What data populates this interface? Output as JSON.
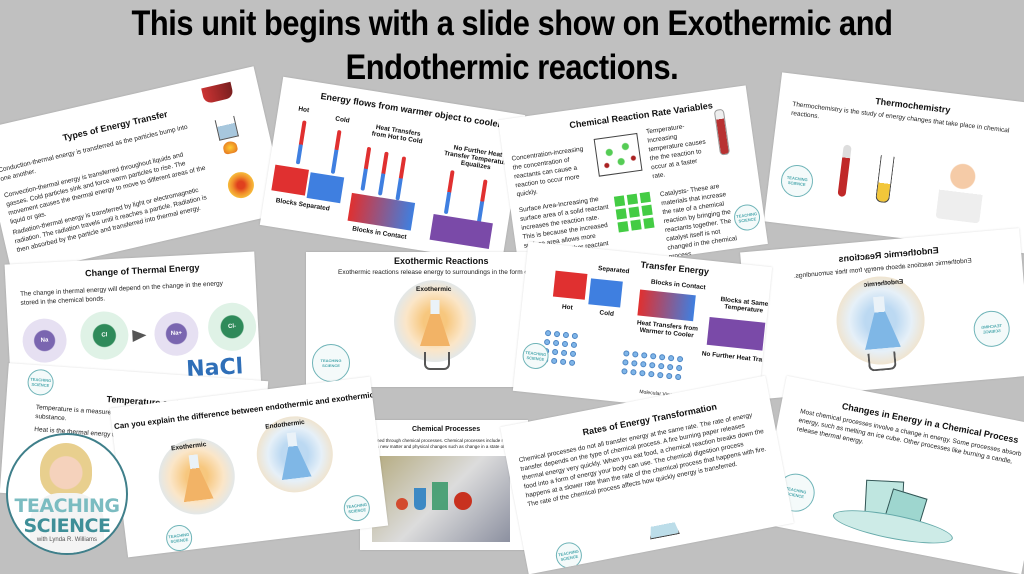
{
  "headline": {
    "line1": "This unit begins with a slide show on Exothermic and",
    "line2": "Endothermic reactions."
  },
  "background_color": "#c0c0c0",
  "slides": {
    "energy_transfer": {
      "title": "Types of Energy Transfer",
      "conduction": "Conduction-thermal energy is transferred as the particles bump into one another.",
      "convection": "Convection-thermal energy is transferred throughout liquids and gasses. Cold particles sink and force warm particles to rise. The movement causes the thermal energy to move to different areas of the liquid or gas.",
      "radiation": "Radiation-thermal energy is transferred by light or electromagnetic radiation. The radiation travels until it reaches a particle. Radiation is then absorbed by the particle and transferred into thermal energy."
    },
    "energy_flows": {
      "title": "Energy flows from warmer object to cooler objects.",
      "hot": "Hot",
      "cold": "Cold",
      "heat_transfers": "Heat Transfers from Hot to Cold",
      "no_further": "No Further Heat Transfer Temperature Equalizes",
      "blocks_separated": "Blocks Separated",
      "blocks_contact": "Blocks in Contact",
      "blocks_same": "Blocks at Same Temperature"
    },
    "rate_variables": {
      "title": "Chemical Reaction Rate Variables",
      "concentration": "Concentration-increasing the concentration of reactants can cause a reaction to occur more quickly.",
      "temperature": "Temperature-Increasing temperature causes the the reaction to occur at a faster rate.",
      "surface_area": "Surface Area-Increasing the surface area of a solid reactant increases the reaction rate. This is because the increased surface area allows more particles of the other reactant to encounter the particles of the solid.",
      "catalysts": "Catalysts- These are materials that increase the rate of a chemical reaction by bringing the reactants together. The catalyst itself is not changed in the chemical process."
    },
    "thermochemistry": {
      "title": "Thermochemistry",
      "text": "Thermochemistry is the study of energy changes that take place in chemical reactions."
    },
    "thermal_change": {
      "title": "Change of Thermal Energy",
      "text": "The change in thermal energy will depend on the change in the energy stored in the chemical bonds.",
      "na": "Na",
      "cl": "Cl",
      "na_ion": "Na+",
      "cl_ion": "Cl-",
      "compound": "NaCl"
    },
    "exothermic": {
      "title": "Exothermic Reactions",
      "text": "Exothermic reactions release energy to surroundings in the form of heat.",
      "label": "Exothermic"
    },
    "transfer_energy": {
      "title": "Transfer Energy",
      "separated": "Separated",
      "hot": "Hot",
      "cold": "Cold",
      "blocks_contact": "Blocks in Contact",
      "heat_transfers": "Heat Transfers from Warmer to Cooler",
      "blocks_same": "Blocks at Same Temperature",
      "no_further": "No Further Heat Transfer",
      "molecular_view": "Molecular View"
    },
    "endothermic": {
      "title": "Endothermic Reactions",
      "text": "Endothermic reactions absorb energy from their surroundings.",
      "label": "Endothermic"
    },
    "temp_heat": {
      "title": "Temperature and Heat",
      "line1": "Temperature is a measurement of the ~",
      "line2": "substance.",
      "line3": "Heat is the thermal energy that is transfer",
      "line4": "temp"
    },
    "explain": {
      "title": "Can you explain the difference between endothermic and exothermic reactions?",
      "exo_label": "Exothermic",
      "endo_label": "Endothermic"
    },
    "chem_processes": {
      "title": "Chemical Processes",
      "text": "...ormed through chemical processes. Chemical processes include reactions ...in a new matter and physical changes such as change in a state of matte."
    },
    "rates": {
      "title": "Rates of Energy Transformation",
      "text": "Chemical processes do not all transfer energy at the same rate. The rate of energy transfer depends on the type of chemical process. A fire burning paper releases thermal energy very quickly. When you eat food, a chemical reaction breaks down the food into a form of energy your body can use. The chemical digestion process happens at a slower rate than the rate of the chemical process that happens with fire. The rate of the chemical process affects how quickly energy is transferred."
    },
    "changes": {
      "title": "Changes in Energy in a Chemical Process",
      "text": "Most chemical processes involve a change in energy. Some processes absorb energy, such as melting an ice cube. Other processes like burning a candle, release thermal energy."
    }
  },
  "logo": {
    "line1": "TEACHING",
    "line2": "SCIENCE",
    "line3": "with Lynda R. Williams",
    "small": "TEACHING SCIENCE"
  },
  "colors": {
    "hot": "#e03030",
    "cold": "#3f7fe0",
    "equal": "#7a4aa8",
    "logo_teal": "#4aa7ad",
    "arrow_red": "#d8302a"
  }
}
